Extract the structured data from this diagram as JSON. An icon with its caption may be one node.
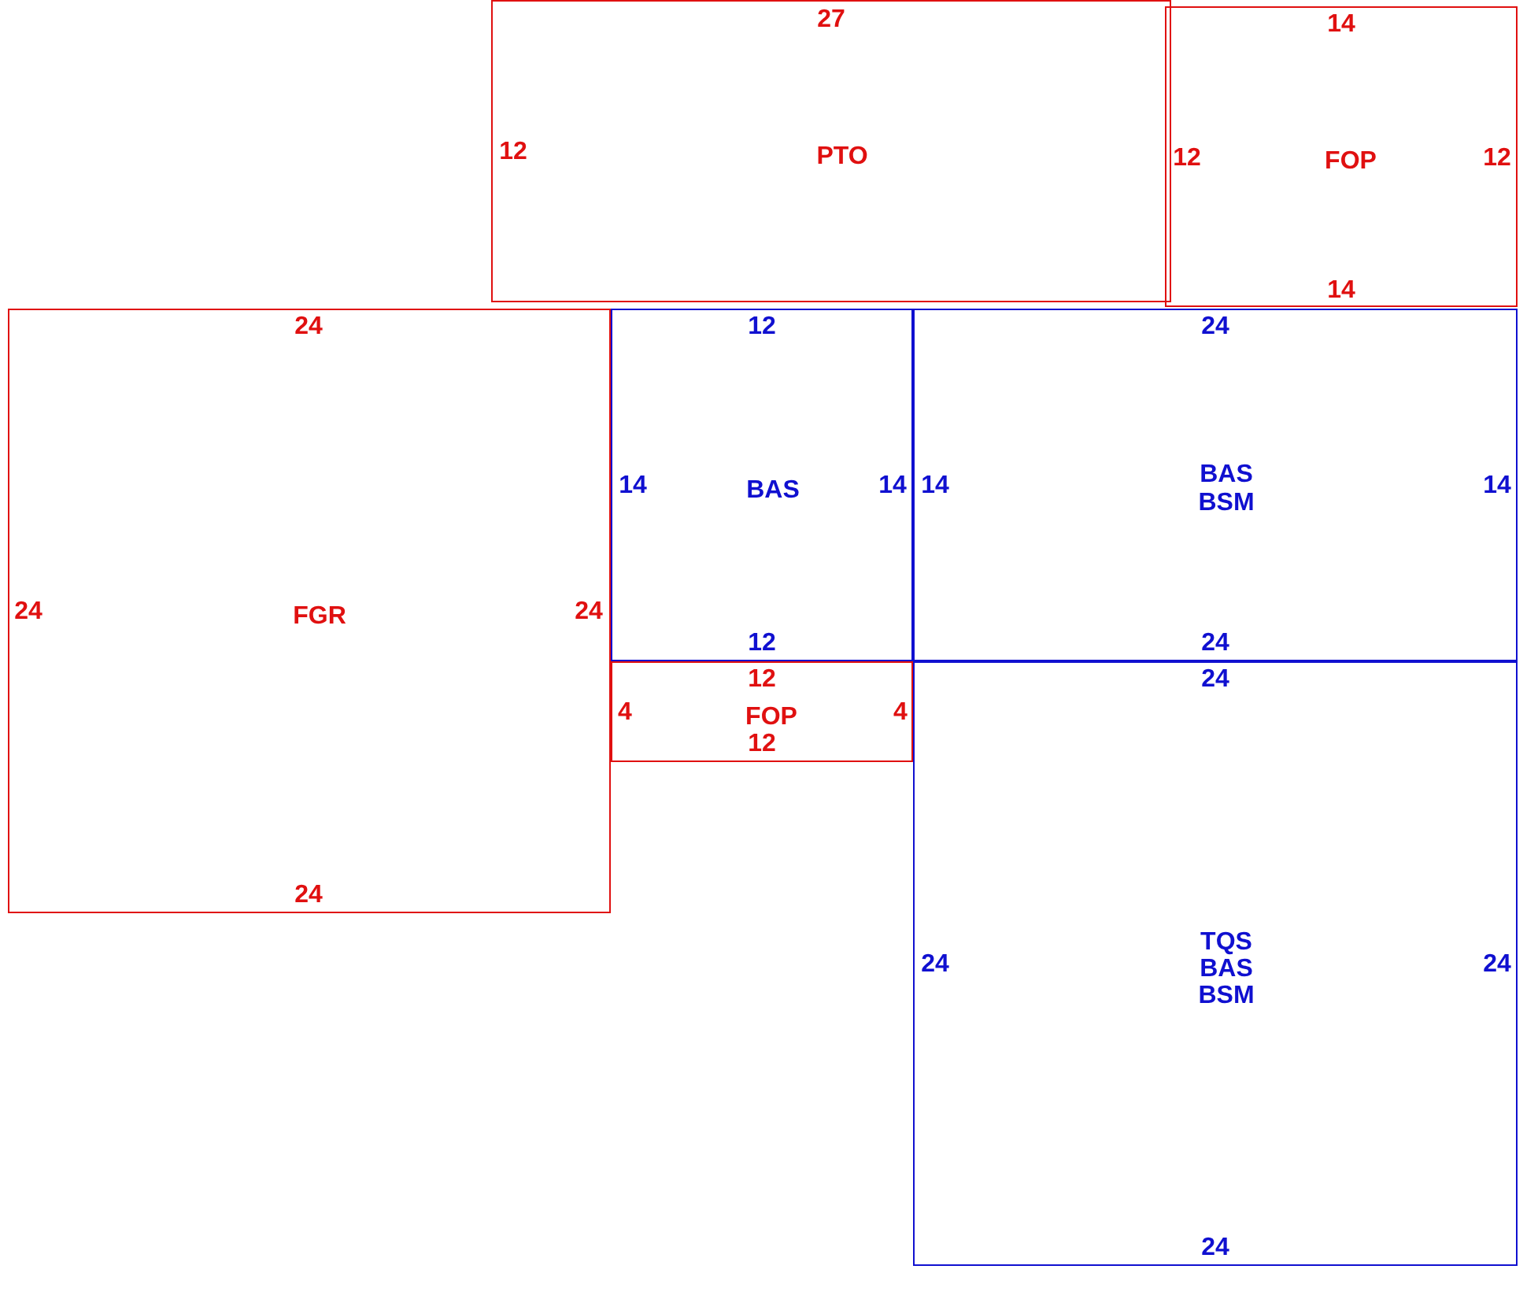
{
  "diagram": {
    "nodes": [
      {
        "text": [
          "27",
          "12",
          "PTO"
        ]
      },
      {
        "text": [
          "14",
          "12",
          "FOP",
          "12",
          "14"
        ]
      },
      {
        "text": [
          "24",
          "24",
          "FGR",
          "24",
          "24"
        ]
      },
      {
        "text": [
          "12",
          "14",
          "BAS",
          "14",
          "12"
        ]
      },
      {
        "text": [
          "24",
          "14",
          "BAS",
          "BSM",
          "14",
          "24"
        ]
      },
      {
        "text": [
          "12",
          "4",
          "FOP",
          "4",
          "12"
        ]
      },
      {
        "text": [
          "24",
          "24",
          "TQS",
          "BAS",
          "BSM",
          "24",
          "24"
        ]
      }
    ]
  }
}
